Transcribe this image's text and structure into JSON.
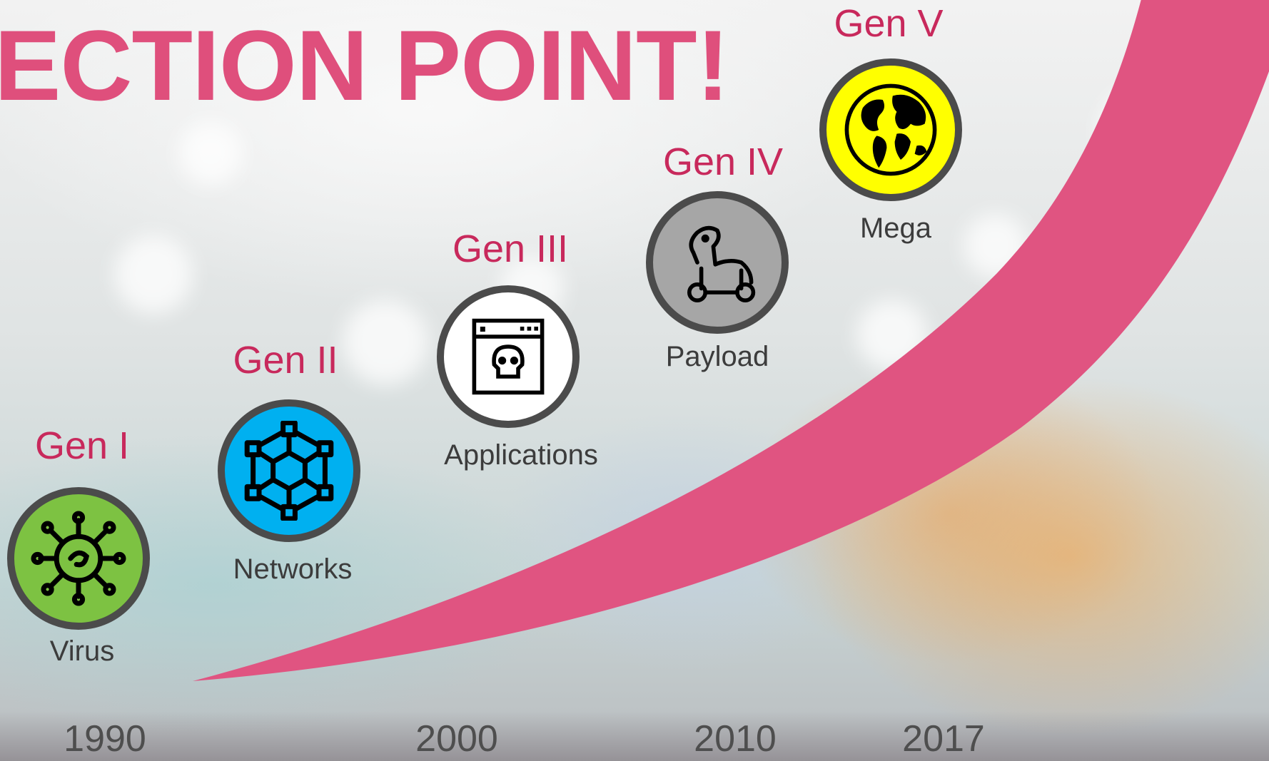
{
  "title": "ECTION POINT!",
  "colors": {
    "accent": "#df4f7c",
    "label": "#c8295c",
    "ring": "#4b4b4b"
  },
  "generations": [
    {
      "label": "Gen I",
      "caption": "Virus",
      "icon": "virus-icon",
      "fill": "#7dc242"
    },
    {
      "label": "Gen II",
      "caption": "Networks",
      "icon": "network-cube-icon",
      "fill": "#00b0f0"
    },
    {
      "label": "Gen III",
      "caption": "Applications",
      "icon": "skull-window-icon",
      "fill": "#ffffff"
    },
    {
      "label": "Gen IV",
      "caption": "Payload",
      "icon": "trojan-horse-icon",
      "fill": "#a6a6a6"
    },
    {
      "label": "Gen V",
      "caption": "Mega",
      "icon": "globe-icon",
      "fill": "#ffff00"
    }
  ],
  "years": [
    "1990",
    "2000",
    "2010",
    "2017"
  ]
}
